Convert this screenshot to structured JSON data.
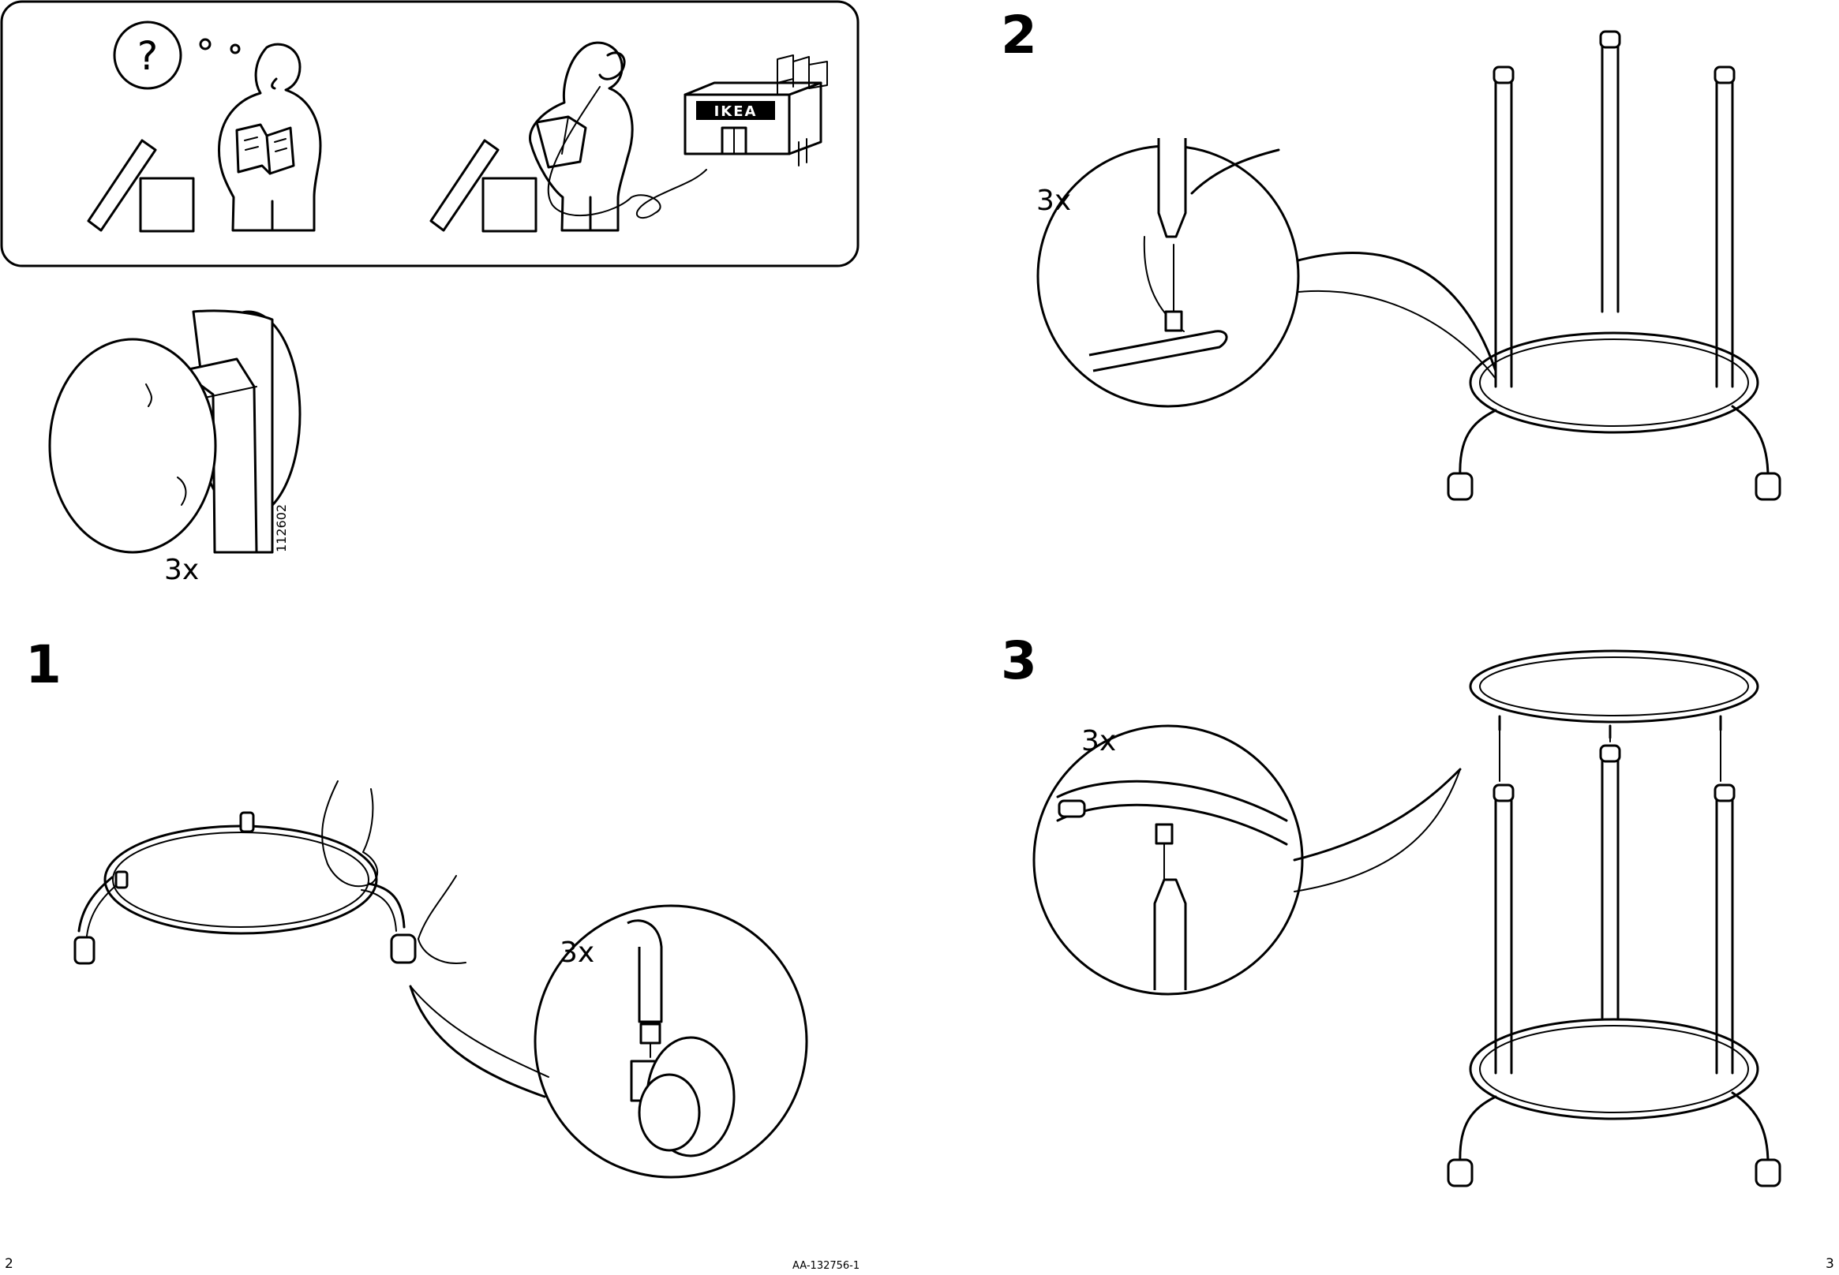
{
  "header": {
    "store_sign": "IKEA"
  },
  "parts": {
    "caster_quantity": "3x",
    "caster_part_number": "112602"
  },
  "steps": [
    {
      "number": "1",
      "detail_quantity": "3x"
    },
    {
      "number": "2",
      "detail_quantity": "3x"
    },
    {
      "number": "3",
      "detail_quantity": "3x"
    }
  ],
  "footer": {
    "page_left": "2",
    "document_id": "AA-132756-1",
    "page_right": "3"
  },
  "icons": [
    "question-bubble-icon",
    "ikea-store-icon",
    "telephone-cord-icon",
    "caster-wheel-icon"
  ]
}
